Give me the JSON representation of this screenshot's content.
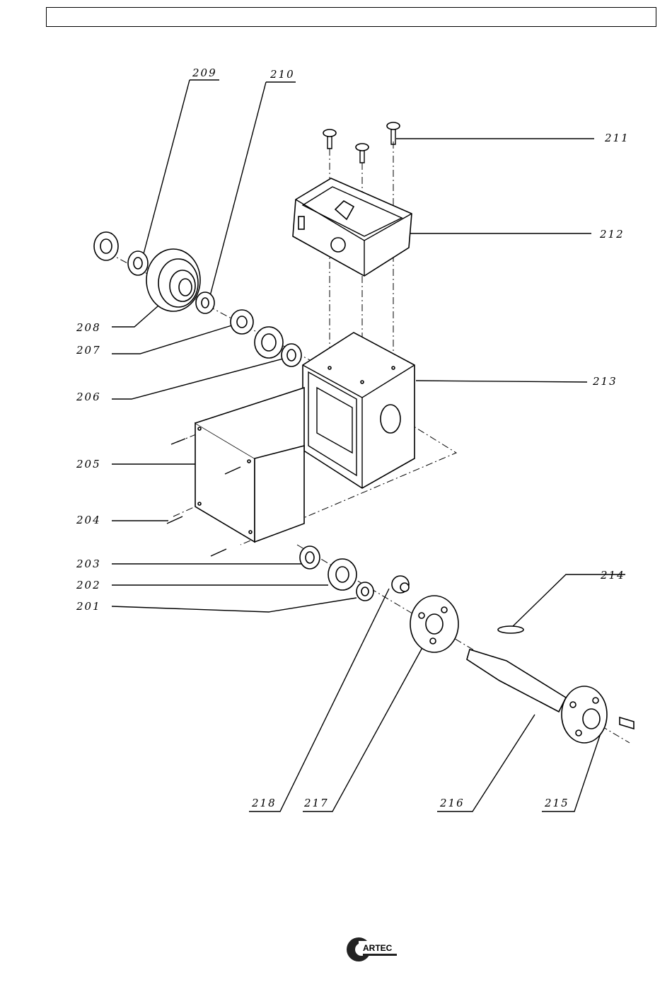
{
  "header": {
    "text": ""
  },
  "callouts": [
    {
      "id": "209",
      "label": "209"
    },
    {
      "id": "210",
      "label": "210"
    },
    {
      "id": "211",
      "label": "211"
    },
    {
      "id": "212",
      "label": "212"
    },
    {
      "id": "208",
      "label": "208"
    },
    {
      "id": "207",
      "label": "207"
    },
    {
      "id": "206",
      "label": "206"
    },
    {
      "id": "213",
      "label": "213"
    },
    {
      "id": "205",
      "label": "205"
    },
    {
      "id": "204",
      "label": "204"
    },
    {
      "id": "203",
      "label": "203"
    },
    {
      "id": "202",
      "label": "202"
    },
    {
      "id": "201",
      "label": "201"
    },
    {
      "id": "214",
      "label": "214"
    },
    {
      "id": "218",
      "label": "218"
    },
    {
      "id": "217",
      "label": "217"
    },
    {
      "id": "216",
      "label": "216"
    },
    {
      "id": "215",
      "label": "215"
    }
  ],
  "logo": {
    "text": "ARTEC",
    "icon": "artec-logo-icon"
  }
}
